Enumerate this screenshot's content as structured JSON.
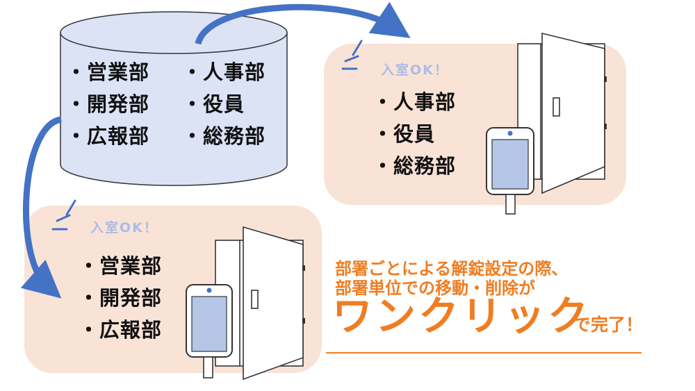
{
  "database": {
    "items_left": [
      "・営業部",
      "・開発部",
      "・広報部"
    ],
    "items_right": [
      "・人事部",
      "・役員",
      "・総務部"
    ]
  },
  "panel_top": {
    "badge": "入室OK！",
    "items": [
      "・人事部",
      "・役員",
      "・総務部"
    ]
  },
  "panel_bottom": {
    "badge": "入室OK！",
    "items": [
      "・営業部",
      "・開発部",
      "・広報部"
    ]
  },
  "message": {
    "line1": "部署ごとによる解錠設定の際、",
    "line2": "部署単位での移動・削除が",
    "highlight": "ワンクリック",
    "suffix": "で完了！"
  },
  "colors": {
    "cylinder_fill": "#dbe3f5",
    "arrow": "#4472c4",
    "panel_fill": "#f9e3d7",
    "accent": "#ef7d22",
    "screen": "#b4c7e7"
  }
}
